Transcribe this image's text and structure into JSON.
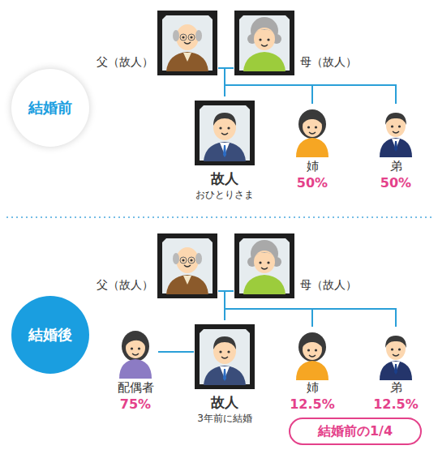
{
  "diagram": {
    "nodes": [
      {
        "text": [
          "結婚前"
        ]
      },
      {
        "text": [
          "父（故人）"
        ]
      },
      {
        "text": [
          "母（故人）"
        ]
      },
      {
        "text": [
          "故人",
          "おひとりさま"
        ]
      },
      {
        "text": [
          "姉",
          "50%"
        ]
      },
      {
        "text": [
          "弟",
          "50%"
        ]
      },
      {
        "text": [
          "結婚後"
        ]
      },
      {
        "text": [
          "父（故人）"
        ]
      },
      {
        "text": [
          "母（故人）"
        ]
      },
      {
        "text": [
          "配偶者",
          "75%"
        ]
      },
      {
        "text": [
          "故人",
          "3年前に結婚"
        ]
      },
      {
        "text": [
          "姉",
          "12.5%"
        ]
      },
      {
        "text": [
          "弟",
          "12.5%"
        ]
      },
      {
        "text": [
          "結婚前の1/4"
        ]
      }
    ],
    "edges": [
      {
        "from": 1,
        "to": 3,
        "arrow": "none"
      },
      {
        "from": 1,
        "to": 4,
        "arrow": "none"
      },
      {
        "from": 1,
        "to": 5,
        "arrow": "none"
      },
      {
        "from": 2,
        "to": 3,
        "arrow": "none"
      },
      {
        "from": 2,
        "to": 4,
        "arrow": "none"
      },
      {
        "from": 2,
        "to": 5,
        "arrow": "none"
      },
      {
        "from": 7,
        "to": 10,
        "arrow": "none"
      },
      {
        "from": 7,
        "to": 11,
        "arrow": "none"
      },
      {
        "from": 7,
        "to": 12,
        "arrow": "none"
      },
      {
        "from": 8,
        "to": 10,
        "arrow": "none"
      },
      {
        "from": 8,
        "to": 11,
        "arrow": "none"
      },
      {
        "from": 8,
        "to": 12,
        "arrow": "none"
      },
      {
        "from": 9,
        "to": 10,
        "arrow": "none"
      }
    ]
  }
}
